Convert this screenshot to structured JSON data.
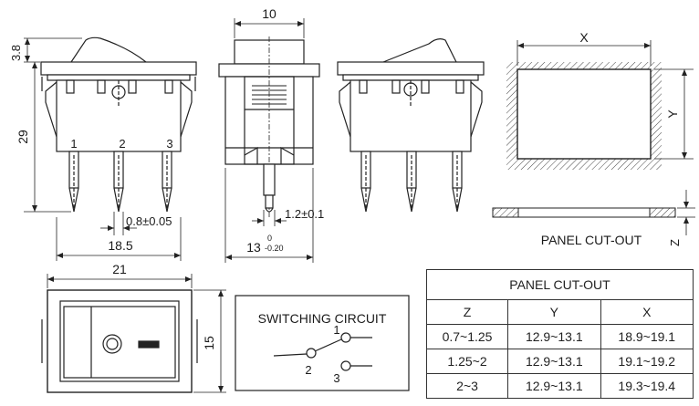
{
  "dimensions": {
    "side_head_height": "3.8",
    "side_body_height": "29",
    "front_top_width": "10",
    "terminal_width": "0.8±0.05",
    "pin_pitch_total": "18.5",
    "terminal_thickness": "1.2±0.1",
    "front_base": "13",
    "front_tol_upper": "0",
    "front_tol_lower": "-0.20",
    "top_width": "21",
    "top_height": "15"
  },
  "pins": [
    "1",
    "2",
    "3"
  ],
  "panel": {
    "x_label": "X",
    "y_label": "Y",
    "z_label": "Z",
    "caption": "PANEL CUT-OUT"
  },
  "circuit": {
    "title": "SWITCHING CIRCUIT",
    "n1": "1",
    "n2": "2",
    "n3": "3"
  },
  "table": {
    "title": "PANEL CUT-OUT",
    "headers": [
      "Z",
      "Y",
      "X"
    ],
    "rows": [
      [
        "0.7~1.25",
        "12.9~13.1",
        "18.9~19.1"
      ],
      [
        "1.25~2",
        "12.9~13.1",
        "19.1~19.2"
      ],
      [
        "2~3",
        "12.9~13.1",
        "19.3~19.4"
      ]
    ]
  }
}
